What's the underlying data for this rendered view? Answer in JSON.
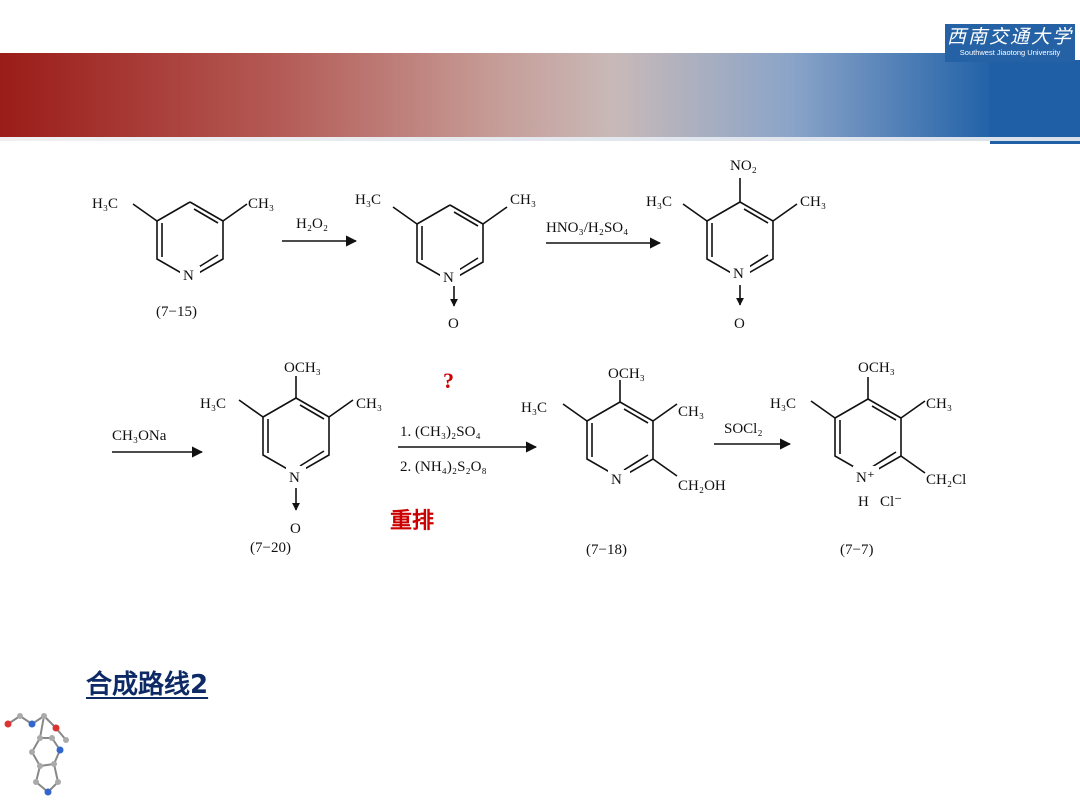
{
  "header": {
    "logo_cn": "西南交通大学",
    "logo_en": "Southwest Jiaotong University",
    "accent_color": "#1f5fa6",
    "banner_color": "#9b1c18"
  },
  "scheme": {
    "row1": {
      "m1_l": "H₃C",
      "m1_r": "CH₃",
      "m1_n": "N",
      "m1_id": "(7−15)",
      "r1": "H₂O₂",
      "m2_l": "H₃C",
      "m2_r": "CH₃",
      "m2_n": "N",
      "m2_o": "O",
      "r2": "HNO₃/H₂SO₄",
      "m3_top": "NO₂",
      "m3_l": "H₃C",
      "m3_r": "CH₃",
      "m3_n": "N",
      "m3_o": "O"
    },
    "row2": {
      "r3": "CH₃ONa",
      "m4_top": "OCH₃",
      "m4_l": "H₃C",
      "m4_r": "CH₃",
      "m4_n": "N",
      "m4_o": "O",
      "m4_id": "(7−20)",
      "question": "?",
      "r4a": "1. (CH₃)₂SO₄",
      "r4b": "2. (NH₄)₂S₂O₈",
      "rearrange": "重排",
      "m5_top": "OCH₃",
      "m5_l": "H₃C",
      "m5_r": "CH₃",
      "m5_n": "N",
      "m5_sub": "CH₂OH",
      "m5_id": "(7−18)",
      "r5": "SOCl₂",
      "m6_top": "OCH₃",
      "m6_l": "H₃C",
      "m6_r": "CH₃",
      "m6_n": "N⁺",
      "m6_sub": "CH₂Cl",
      "m6_h": "H",
      "m6_cl": "Cl⁻",
      "m6_id": "(7−7)"
    }
  },
  "footer": {
    "route_title": "合成路线2"
  },
  "colors": {
    "red_text": "#cc0000",
    "title_text": "#0d2a66"
  }
}
